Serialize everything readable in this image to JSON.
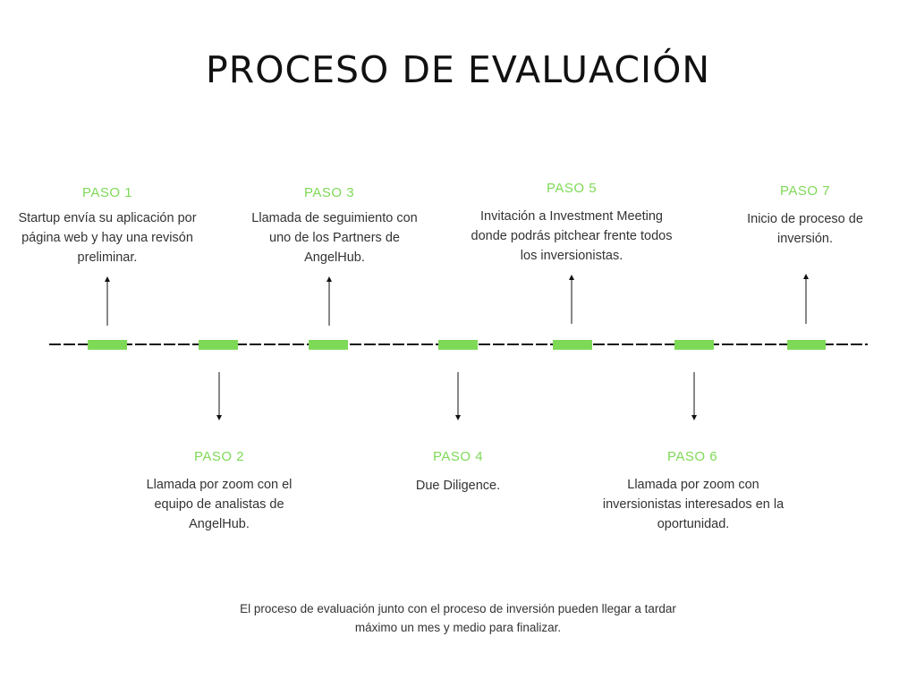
{
  "title": "PROCESO DE EVALUACIÓN",
  "steps": [
    {
      "label": "PASO 1",
      "description": "Startup envía su aplicación por página web y hay una revisón preliminar."
    },
    {
      "label": "PASO 2",
      "description": "Llamada por zoom con el equipo de analistas de AngelHub."
    },
    {
      "label": "PASO 3",
      "description": "Llamada de seguimiento con uno de los Partners de AngelHub."
    },
    {
      "label": "PASO 4",
      "description": "Due Diligence."
    },
    {
      "label": "PASO 5",
      "description": "Invitación a Investment Meeting donde podrás pitchear frente todos los inversionistas."
    },
    {
      "label": "PASO 6",
      "description": "Llamada por zoom con inversionistas interesados en la oportunidad."
    },
    {
      "label": "PASO 7",
      "description": "Inicio de proceso de inversión."
    }
  ],
  "footer": "El proceso de evaluación junto con el proceso de inversión pueden llegar a tardar máximo un mes y medio para finalizar.",
  "colors": {
    "accent": "#7ed957",
    "text": "#333333",
    "line": "#111111"
  }
}
